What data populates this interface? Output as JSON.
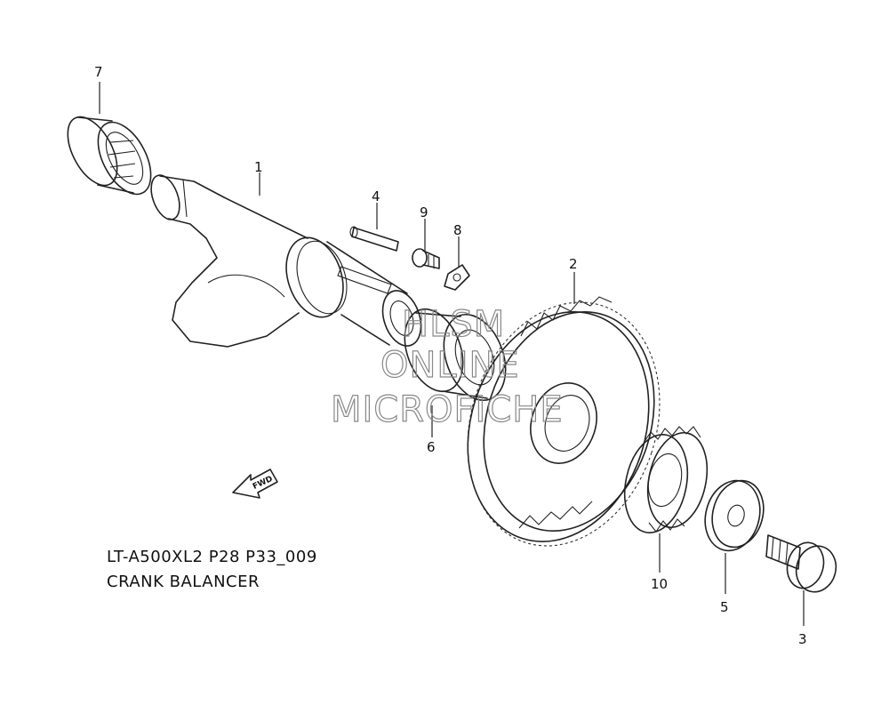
{
  "callouts": {
    "p1": "1",
    "p2": "2",
    "p3": "3",
    "p4": "4",
    "p5": "5",
    "p6": "6",
    "p7": "7",
    "p8": "8",
    "p9": "9",
    "p10": "10"
  },
  "fwd_label": "FWD",
  "caption": {
    "code": "LT-A500XL2 P28 P33_009",
    "title": "CRANK BALANCER"
  },
  "watermark": {
    "line1": "HLSM",
    "line2": "ONLINE",
    "line3": "MICROFICHE"
  }
}
